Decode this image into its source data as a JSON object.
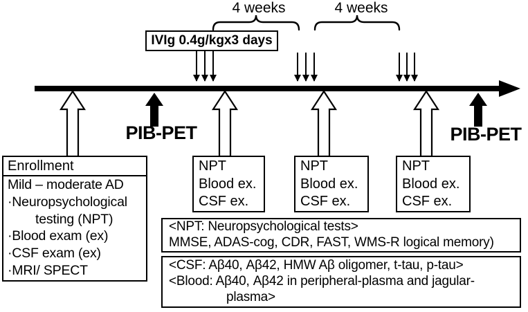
{
  "colors": {
    "ink": "#000000",
    "background": "#ffffff"
  },
  "timeline": {
    "interval_labels": [
      "4 weeks",
      "4 weeks"
    ],
    "treatment_label": "IVIg 0.4g/kgx3 days",
    "pet_labels": [
      "PIB-PET",
      "PIB-PET"
    ],
    "infusion_courses": 3,
    "infusions_per_course": 3
  },
  "enrollment_box": {
    "title": "Enrollment",
    "lines": [
      "Mild – moderate AD",
      "·Neuropsychological",
      "testing (NPT)",
      "·Blood exam (ex)",
      "·CSF exam (ex)",
      "·MRI/ SPECT"
    ]
  },
  "assessment_boxes": [
    {
      "lines": [
        "NPT",
        "Blood ex.",
        "CSF ex."
      ]
    },
    {
      "lines": [
        "NPT",
        "Blood ex.",
        "CSF ex."
      ]
    },
    {
      "lines": [
        "NPT",
        "Blood ex.",
        "CSF ex."
      ]
    }
  ],
  "legend_npt_box": {
    "lines": [
      "<NPT: Neuropsychological tests>",
      "MMSE, ADAS-cog, CDR, FAST, WMS-R logical memory)"
    ]
  },
  "legend_biomarker_box": {
    "lines": [
      "<CSF: Aβ40, Aβ42, HMW Aβ oligomer, t-tau, p-tau>",
      "<Blood: Aβ40, Aβ42 in peripheral-plasma and jagular-",
      "plasma>"
    ]
  }
}
